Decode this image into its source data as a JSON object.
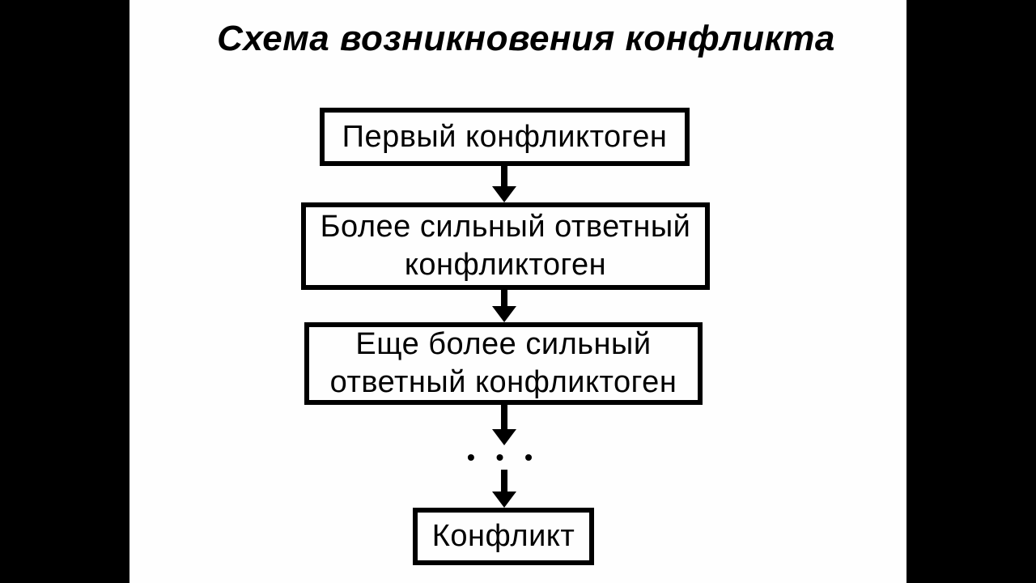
{
  "title": "Схема возникновения конфликта",
  "flowchart": {
    "nodes": [
      {
        "id": "first-conflictogen",
        "lines": [
          "Первый конфликтоген"
        ]
      },
      {
        "id": "stronger-response-conflictogen",
        "lines": [
          "Более сильный ответный",
          "конфликтоген"
        ]
      },
      {
        "id": "even-stronger-response-conflictogen",
        "lines": [
          "Еще более сильный",
          "ответный конфликтоген"
        ]
      },
      {
        "id": "conflict",
        "lines": [
          "Конфликт"
        ]
      }
    ],
    "ellipsis": "• • •"
  },
  "colors": {
    "ink": "#000000",
    "background": "#fefefe",
    "pillarbox": "#000000"
  }
}
